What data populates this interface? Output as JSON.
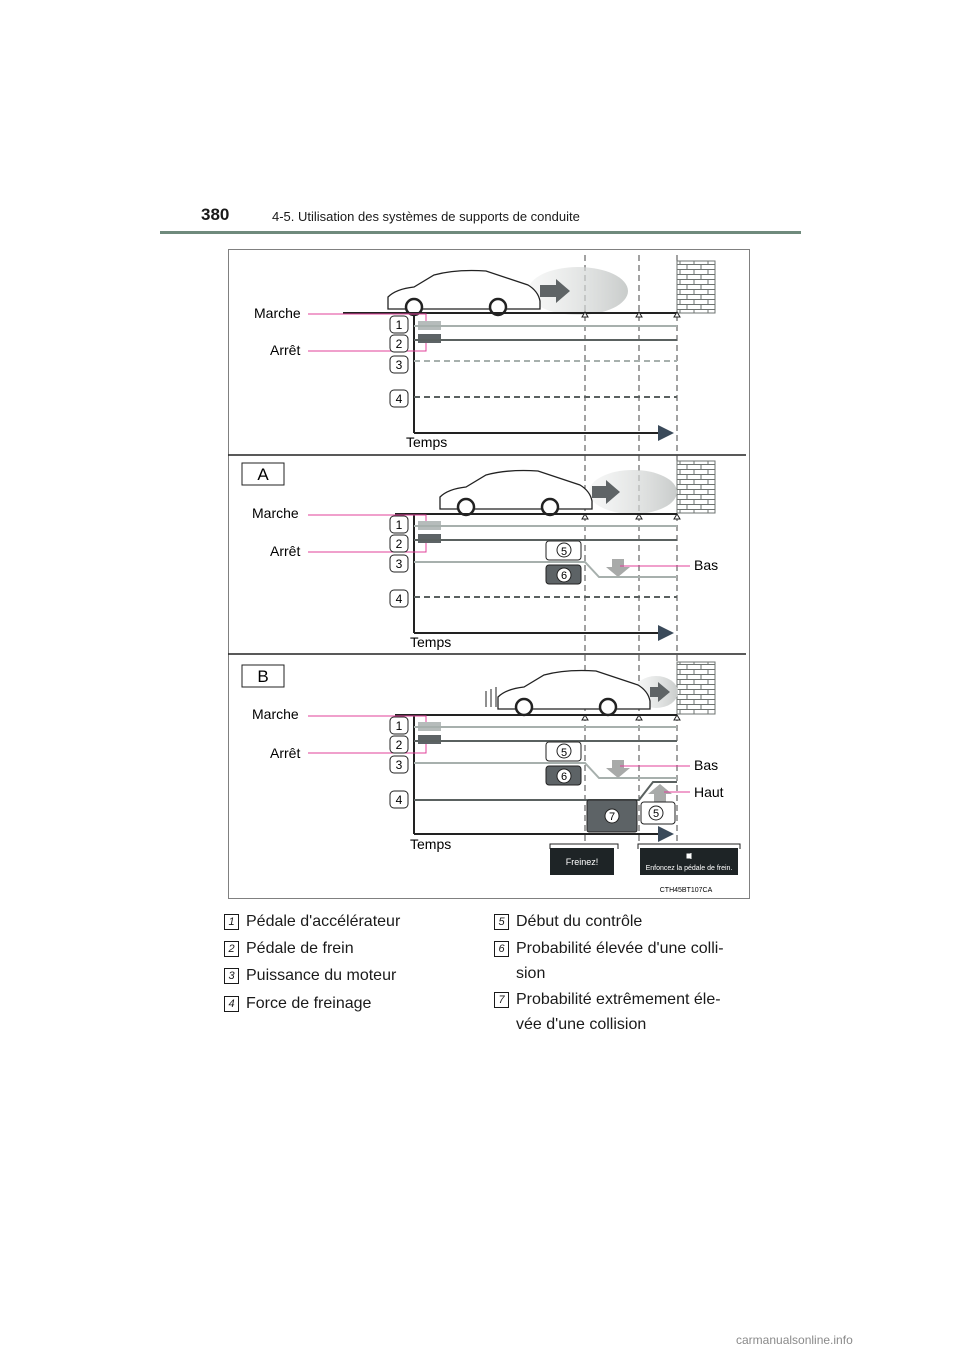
{
  "header": {
    "page_number": "380",
    "section_title": "4-5. Utilisation des systèmes de supports de conduite"
  },
  "figure": {
    "labels": {
      "marche": "Marche",
      "arret": "Arrêt",
      "temps": "Temps",
      "bas": "Bas",
      "haut": "Haut"
    },
    "panel_a_label": "A",
    "panel_b_label": "B",
    "row_markers": [
      "1",
      "2",
      "3",
      "4"
    ],
    "box_5": "5",
    "box_6": "6",
    "box_7": "7",
    "display_freinez": "Freinez!",
    "display_enfoncez": "Enfoncez la pédale de frein.",
    "image_code": "CTH45BT107CA",
    "colors": {
      "pink_leader": "#e0409a",
      "line_light": "#a7b0ad",
      "line_dark": "#5a6160",
      "box_dark": "#5d6366",
      "arrow_gray": "#a8aaa9"
    }
  },
  "legend": {
    "items": [
      {
        "num": "1",
        "text": "Pédale d'accélérateur"
      },
      {
        "num": "2",
        "text": "Pédale de frein"
      },
      {
        "num": "3",
        "text": "Puissance du moteur"
      },
      {
        "num": "4",
        "text": "Force de freinage"
      },
      {
        "num": "5",
        "text": "Début du contrôle"
      },
      {
        "num": "6",
        "text": "Probabilité élevée d'une colli-sion"
      },
      {
        "num": "7",
        "text": "Probabilité extrêmement éle-vée d'une collision"
      }
    ]
  },
  "footer": {
    "watermark": "carmanualsonline.info"
  }
}
